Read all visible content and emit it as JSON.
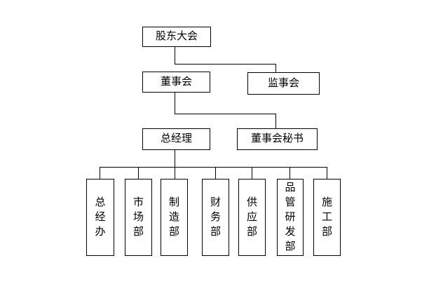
{
  "org_chart": {
    "level1": {
      "shareholders_meeting": "股东大会"
    },
    "level2": {
      "board_of_directors": "董事会",
      "supervisory_board": "监事会"
    },
    "level3": {
      "general_manager": "总经理",
      "board_secretary": "董事会秘书"
    },
    "departments": [
      "总经办",
      "市场部",
      "制造部",
      "财务部",
      "供应部",
      "品管研发部",
      "施工部"
    ]
  },
  "colors": {
    "background": "#ffffff",
    "box_background": "#ffffff",
    "line": "#000000",
    "text": "#000000"
  }
}
